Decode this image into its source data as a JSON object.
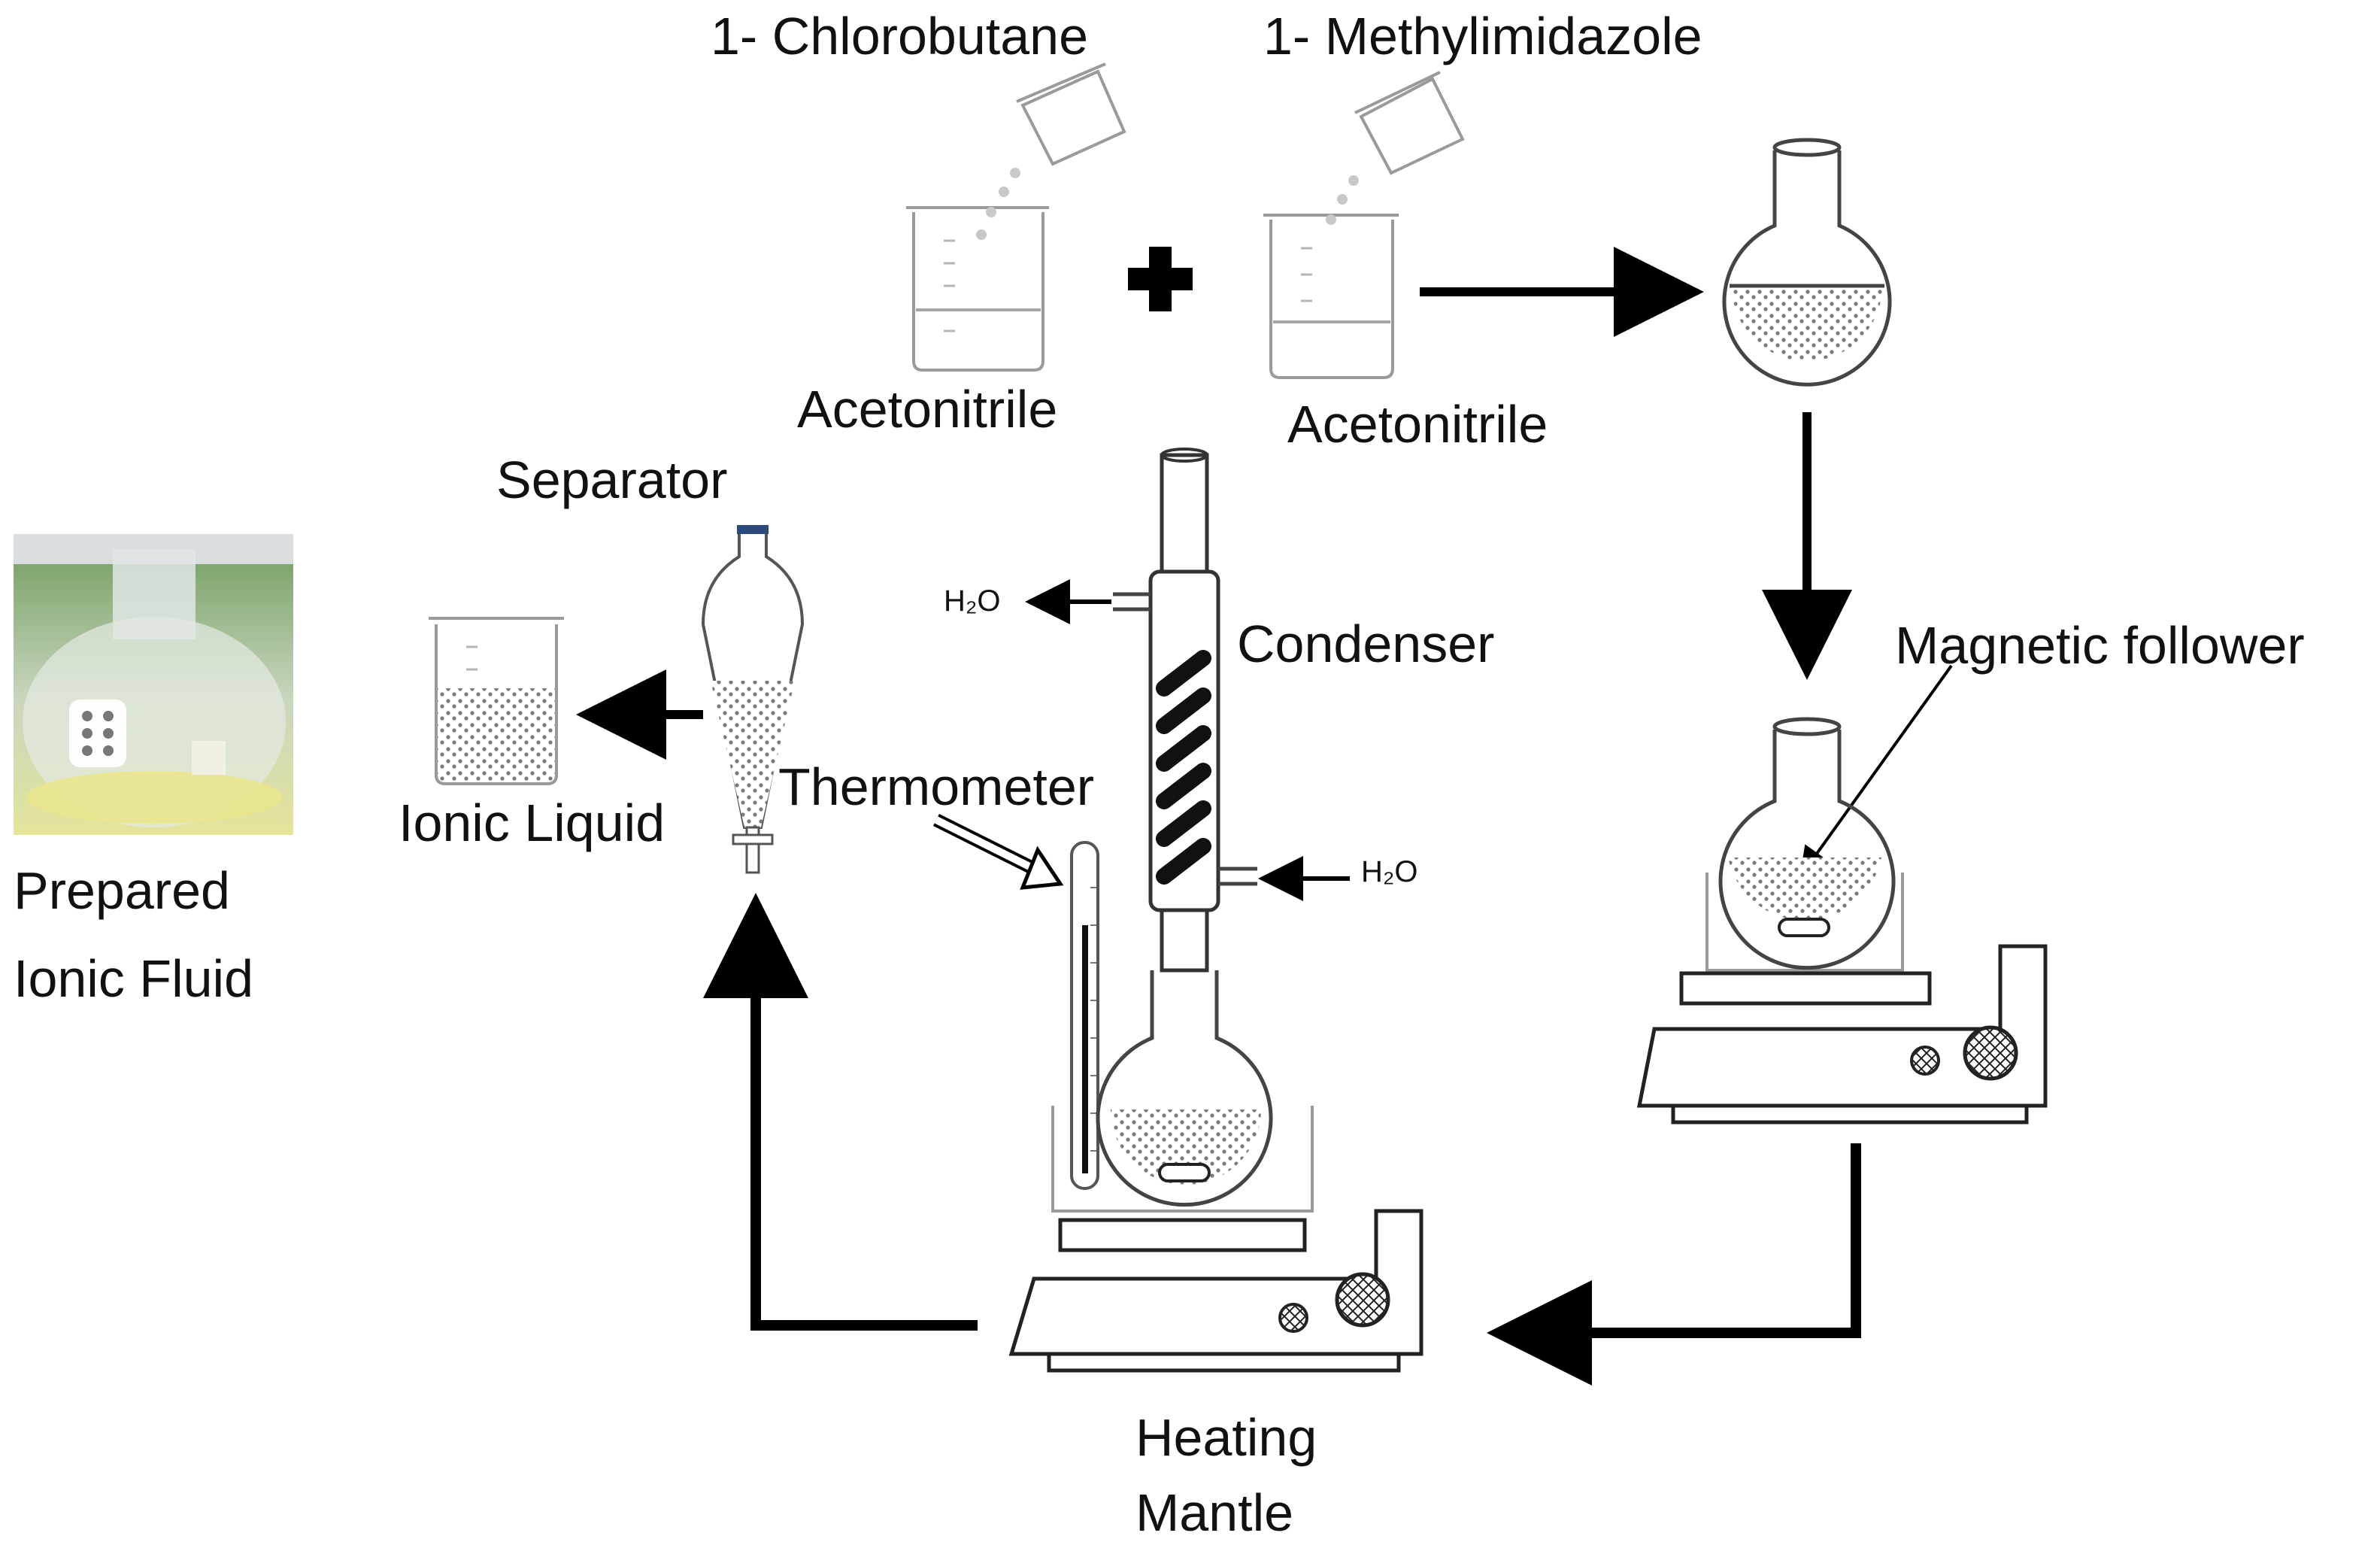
{
  "labels": {
    "chlorobutane": "1- Chlorobutane",
    "methylimidazole": "1- Methylimidazole",
    "acetonitrile_left": "Acetonitrile",
    "acetonitrile_right": "Acetonitrile",
    "separator": "Separator",
    "ionic_liquid": "Ionic Liquid",
    "condenser": "Condenser",
    "magnetic_follower": "Magnetic follower",
    "thermometer": "Thermometer",
    "water_out": "H₂O",
    "water_in": "H₂O",
    "prepared_line1": "Prepared",
    "prepared_line2": "Ionic Fluid",
    "heating_line1": "Heating",
    "heating_line2": "Mantle"
  },
  "icons": {
    "plus": "plus-icon",
    "photo": "flask-photo",
    "dice": "dice-icon"
  },
  "colors": {
    "line": "#000000",
    "glass": "#444444",
    "liquid_dots": "#9a9a9a",
    "photo_green": "#7fa86a",
    "photo_yellow": "#e8e79a"
  }
}
